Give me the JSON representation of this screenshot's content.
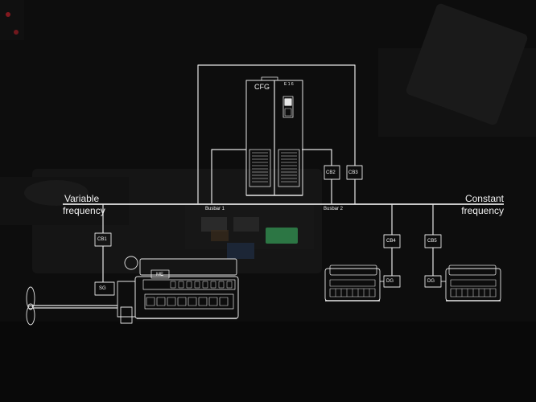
{
  "labels": {
    "variable": "Variable",
    "variable_freq": "frequency",
    "constant": "Constant",
    "constant_freq": "frequency",
    "cfg": "CFG",
    "busbar1": "Busbar 1",
    "busbar2": "Busbar 2",
    "cb1": "CB1",
    "cb2": "CB2",
    "cb3": "CB3",
    "cb4": "CB4",
    "cb5": "CB5",
    "sg": "SG",
    "me": "ME",
    "dg_left": "DG",
    "dg_right": "DG",
    "cabinet_tag": "E 1 6"
  },
  "colors": {
    "line": "#e6e6e6",
    "background": "#0c0c0c",
    "console_glow_green": "#3ec46a",
    "console_glow_red": "#d11f2a"
  }
}
